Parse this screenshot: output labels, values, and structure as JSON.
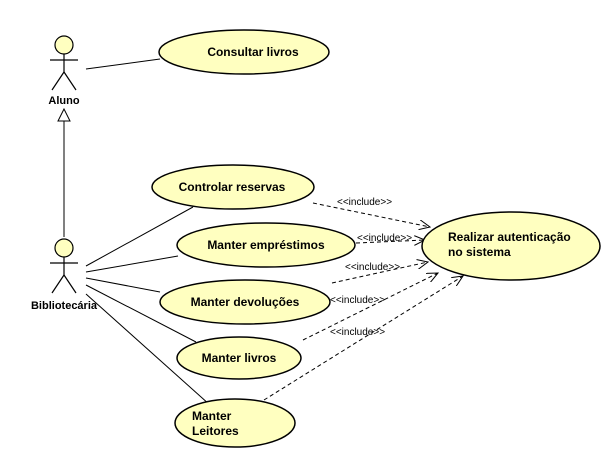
{
  "actors": {
    "aluno": {
      "name": "Aluno"
    },
    "bibliotecaria": {
      "name": "Bibliotecária"
    }
  },
  "use_cases": {
    "consultar_livros": {
      "label": "Consultar livros"
    },
    "controlar_reservas": {
      "label": "Controlar reservas"
    },
    "manter_emprestimos": {
      "label": "Manter empréstimos"
    },
    "manter_devolucoes": {
      "label": "Manter devoluções"
    },
    "manter_livros": {
      "label": "Manter livros"
    },
    "manter_leitores": {
      "line1": "Manter",
      "line2": "Leitores"
    },
    "realizar_autenticacao": {
      "line1": "Realizar autenticação",
      "line2": "no sistema"
    }
  },
  "relationships": {
    "include_label": "<<include>>"
  },
  "colors": {
    "use_case_fill": "#FFFFC0",
    "stroke": "#000000"
  }
}
